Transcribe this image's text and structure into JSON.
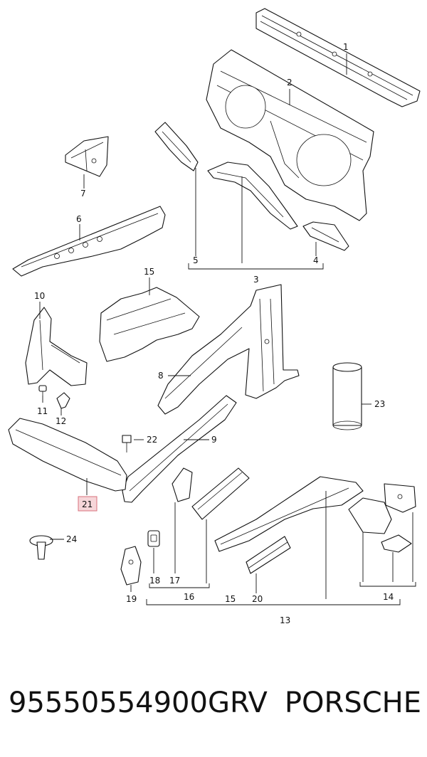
{
  "callouts": [
    "1",
    "2",
    "3",
    "4",
    "5",
    "6",
    "7",
    "8",
    "9",
    "10",
    "11",
    "12",
    "13",
    "14",
    "15",
    "15",
    "16",
    "17",
    "18",
    "19",
    "20",
    "21",
    "22",
    "23",
    "24"
  ],
  "highlighted_callout": "21",
  "colors": {
    "highlight_fill": "#f6d6d9",
    "highlight_stroke": "#d8707c",
    "ink": "#111111"
  },
  "caption": {
    "part_number": "95550554900GRV",
    "brand": "PORSCHE"
  }
}
